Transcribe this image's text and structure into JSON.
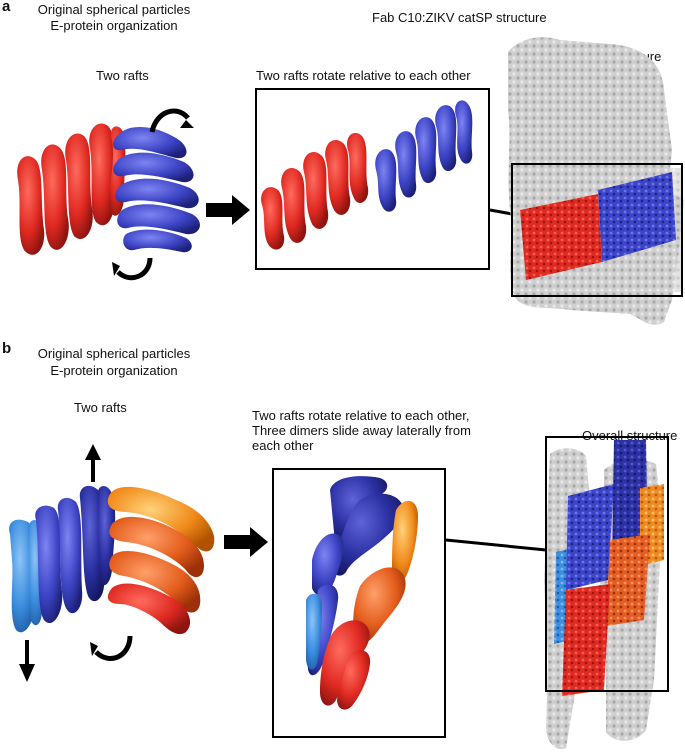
{
  "colors": {
    "red": "#e02a22",
    "blue": "#3e45c6",
    "light_blue": "#3d8ee0",
    "navy": "#2a2fa0",
    "orange": "#f18a1a",
    "dark_orange": "#e35d1c",
    "gray": "#c8c8c8",
    "black": "#000000"
  },
  "panel_a": {
    "letter": "a",
    "label_original_line1": "Original spherical particles",
    "label_original_line2": "E-protein organization",
    "label_structure": "Fab C10:ZIKV catSP structure",
    "label_two_rafts": "Two rafts",
    "label_rotate": "Two rafts rotate relative to each other",
    "label_overall": "Overall structure"
  },
  "panel_b": {
    "letter": "b",
    "label_original_line1": "Original spherical particles",
    "label_original_line2": "E-protein organization",
    "label_two_rafts": "Two rafts",
    "label_rotate_line1": "Two rafts rotate relative to each other,",
    "label_rotate_line2": "Three dimers slide away laterally from",
    "label_rotate_line3": "each other",
    "label_overall": "Overall structure"
  }
}
